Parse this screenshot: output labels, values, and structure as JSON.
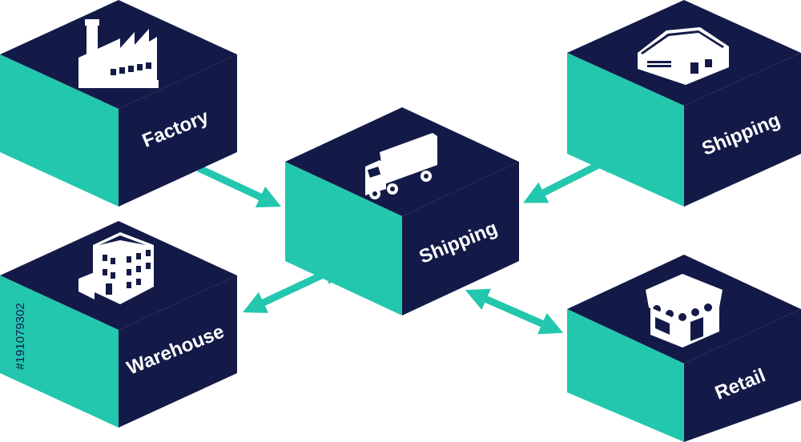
{
  "colors": {
    "navy": "#141a48",
    "teal": "#22c7ad",
    "white": "#ffffff"
  },
  "nodes": {
    "factory": {
      "label": "Factory",
      "icon": "factory-icon"
    },
    "shipping_center": {
      "label": "Shipping",
      "icon": "truck-icon"
    },
    "shipping_right": {
      "label": "Shipping",
      "icon": "warehouse-building-icon"
    },
    "warehouse": {
      "label": "Warehouse",
      "icon": "office-building-icon"
    },
    "retail": {
      "label": "Retail",
      "icon": "storefront-icon"
    }
  },
  "watermark": {
    "id_text": "#191079302"
  }
}
